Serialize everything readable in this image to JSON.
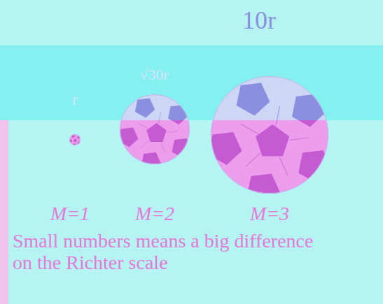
{
  "diagram": {
    "caption": "Small numbers means a big difference on the Richter scale",
    "labels": [
      "10r",
      "√30r",
      "r",
      "M=1",
      "M=2",
      "M=3"
    ]
  }
}
